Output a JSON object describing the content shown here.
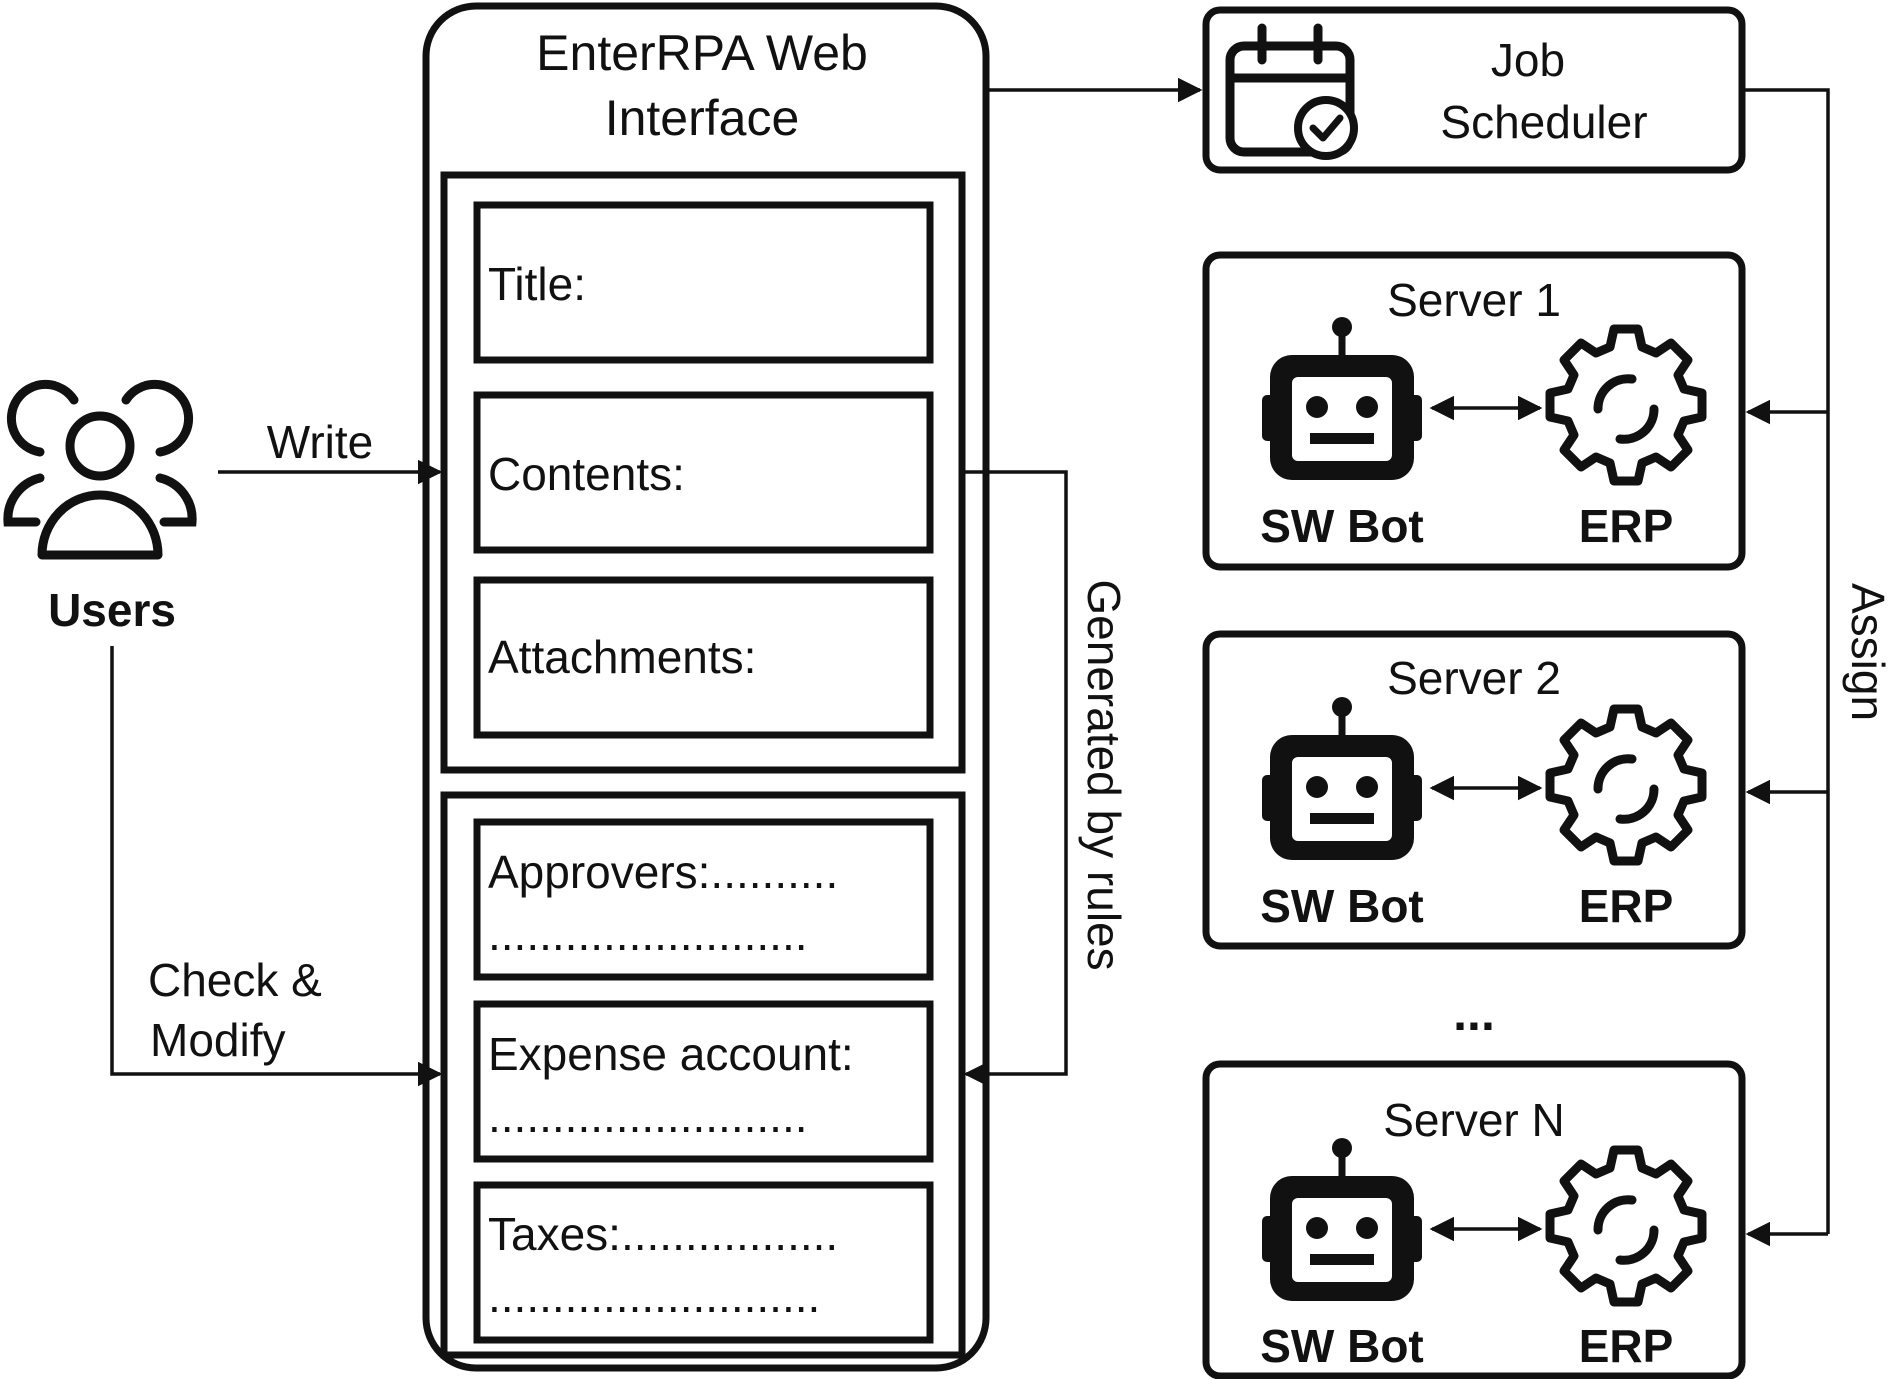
{
  "web_interface": {
    "title_line1": "EnterRPA Web",
    "title_line2": "Interface",
    "form_user": {
      "title_label": "Title:",
      "contents_label": "Contents:",
      "attachments_label": "Attachments:"
    },
    "form_generated": {
      "approvers_label": "Approvers:..........",
      "approvers_dots": ".........................",
      "expense_label": "Expense account:",
      "expense_dots": ".........................",
      "taxes_label": "Taxes:.................",
      "taxes_dots": ".........................."
    }
  },
  "users": {
    "label": "Users"
  },
  "edges": {
    "write": "Write",
    "check_line1": "Check &",
    "check_line2": "Modify",
    "generated": "Generated by rules",
    "assign": "Assign"
  },
  "scheduler": {
    "line1": "Job",
    "line2": "Scheduler",
    "icon": "calendar-check-icon"
  },
  "servers": [
    {
      "name": "Server 1",
      "bot_label": "SW Bot",
      "erp_label": "ERP"
    },
    {
      "name": "Server 2",
      "bot_label": "SW Bot",
      "erp_label": "ERP"
    },
    {
      "name": "Server N",
      "bot_label": "SW Bot",
      "erp_label": "ERP"
    }
  ],
  "ellipsis": "...",
  "colors": {
    "stroke": "#111111",
    "background": "#ffffff"
  }
}
